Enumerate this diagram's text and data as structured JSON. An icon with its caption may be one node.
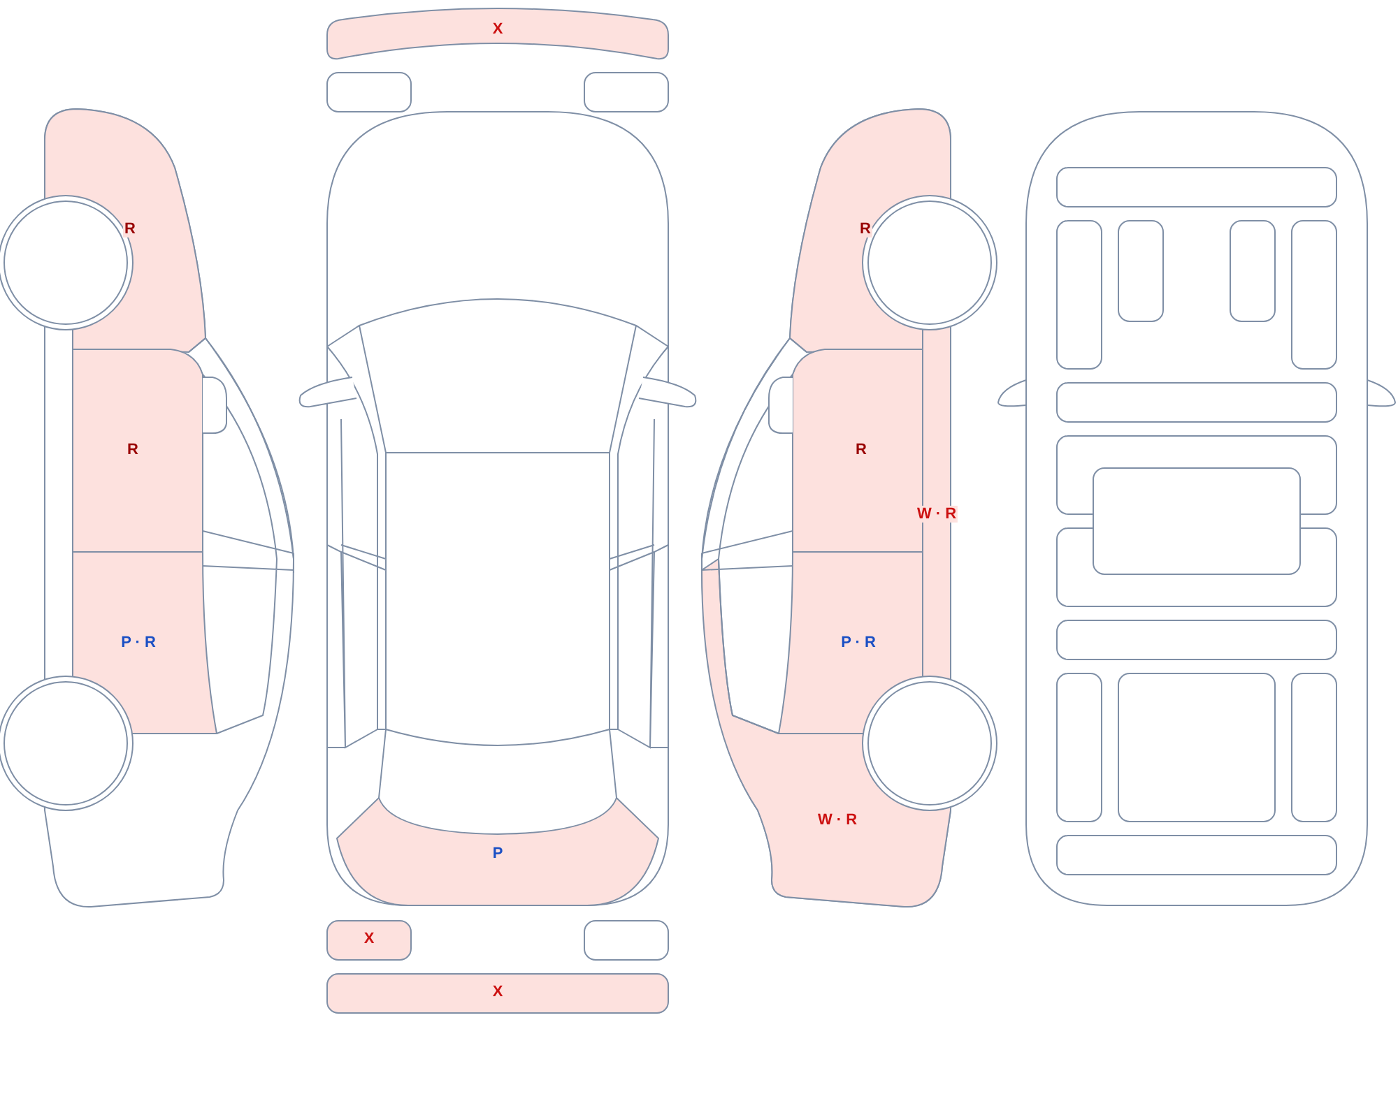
{
  "diagram": {
    "labels": [
      "X",
      "R",
      "R",
      "R",
      "R",
      "W · R",
      "P · R",
      "P · R",
      "W · R",
      "P",
      "X",
      "X"
    ]
  }
}
